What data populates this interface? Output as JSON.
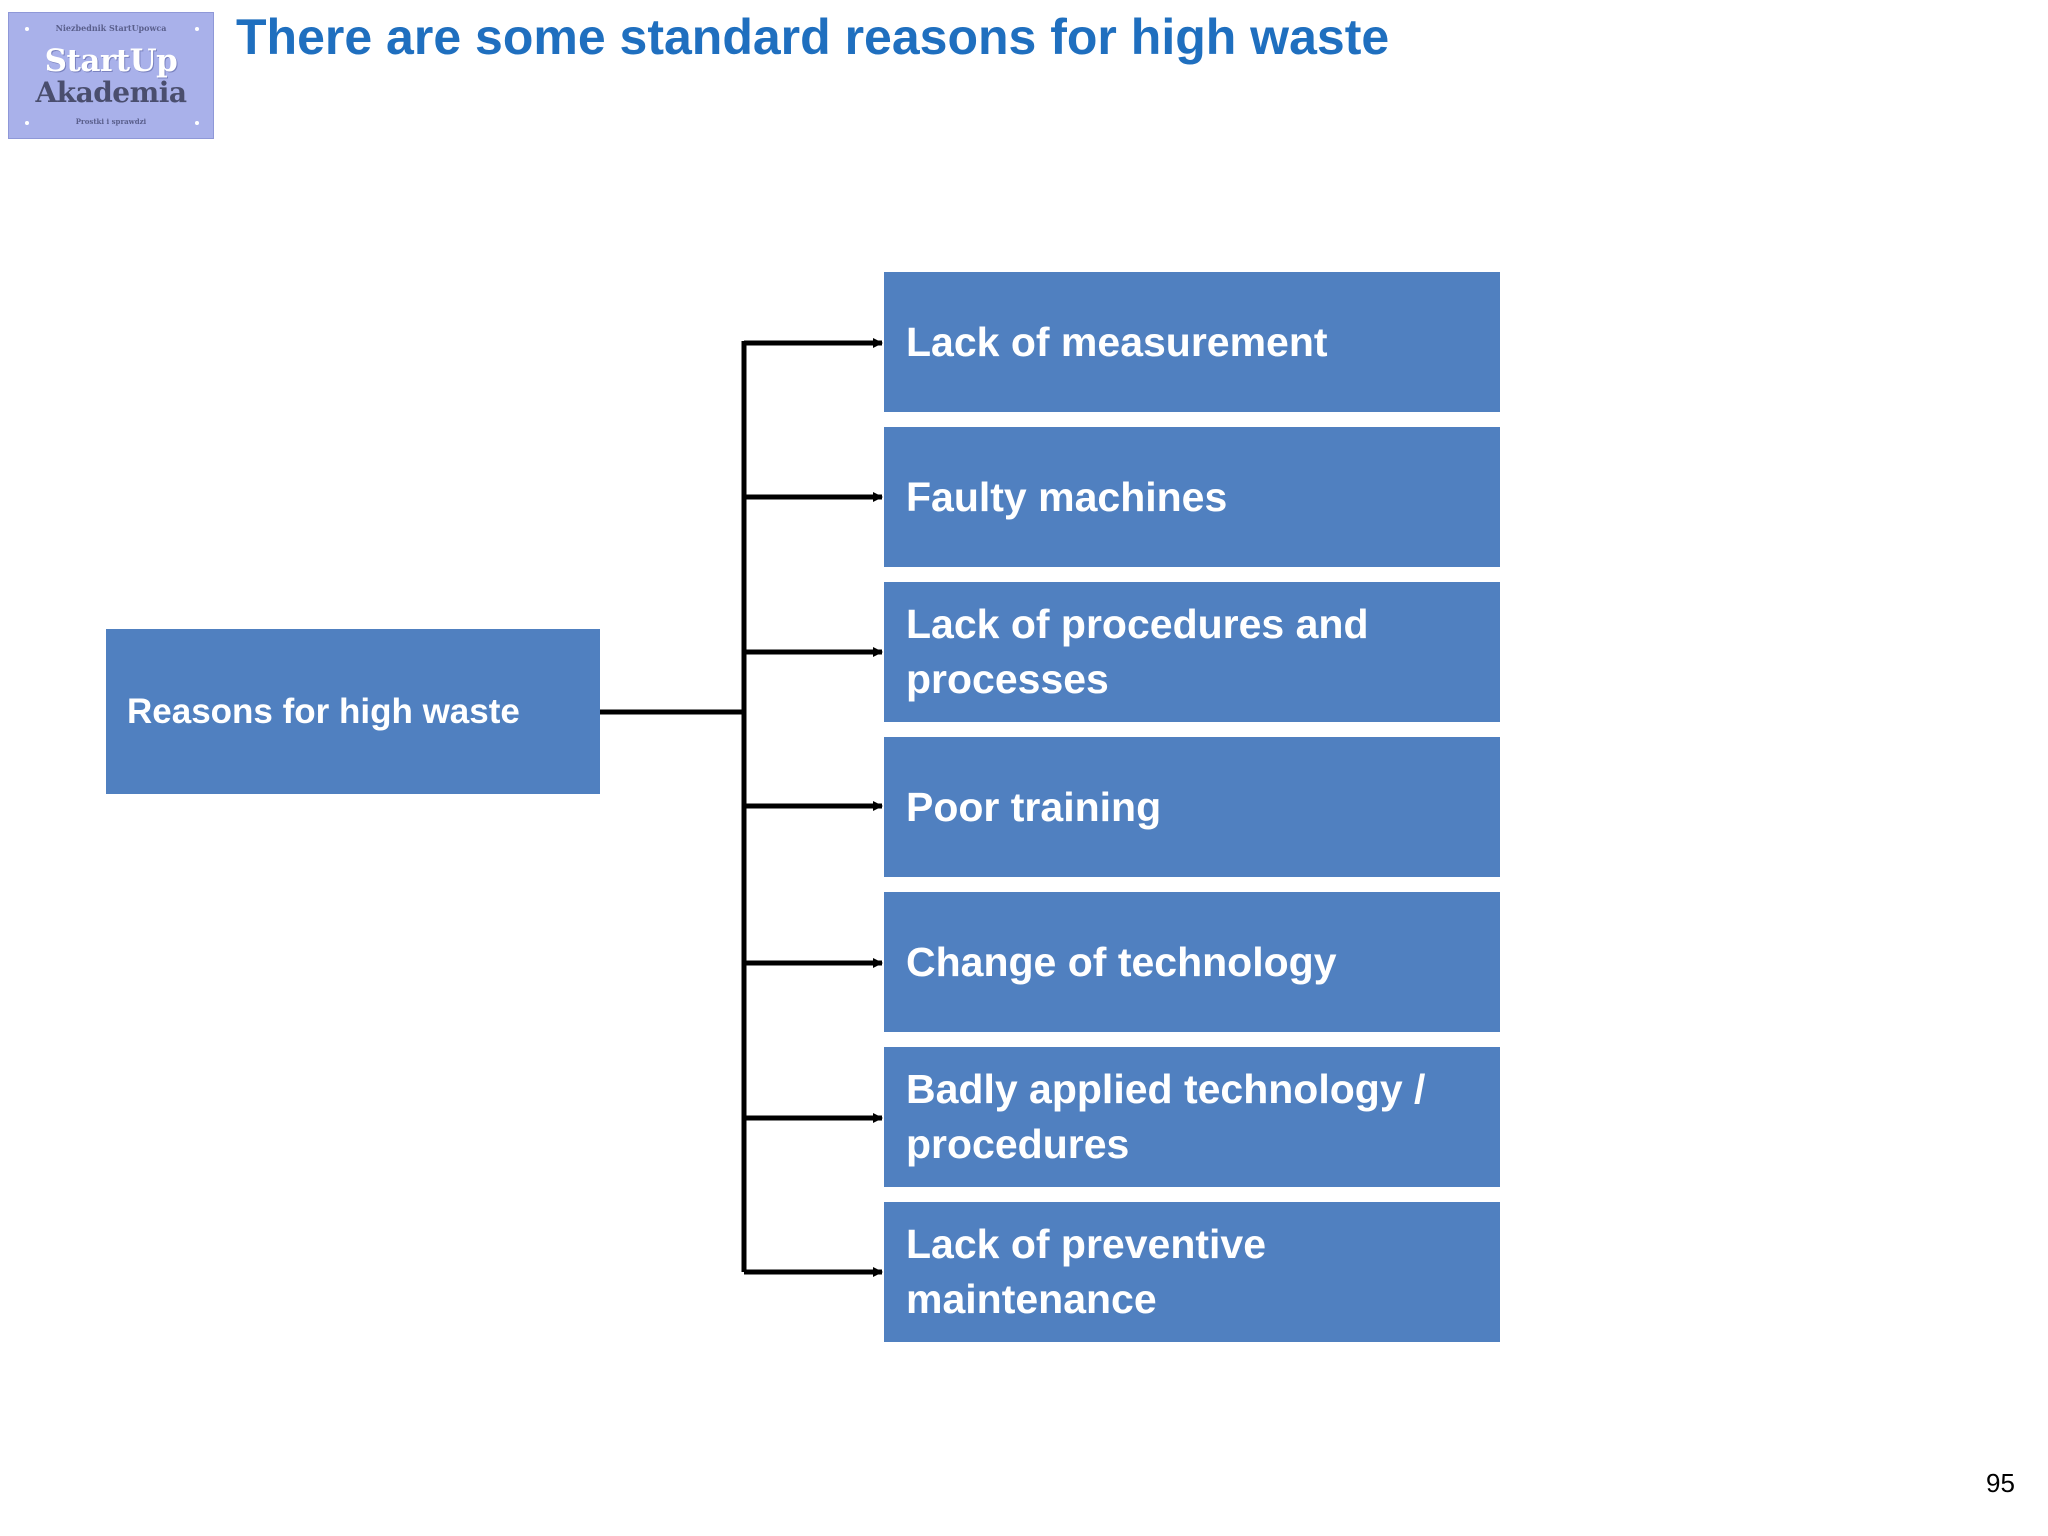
{
  "logo": {
    "top_text": "Niezbednik StartUpowca",
    "line1": "StartUp",
    "line2": "Akademia",
    "bottom_text": "Prostki i sprawdzi"
  },
  "title": "There are some standard reasons for high waste",
  "diagram": {
    "root": "Reasons for  high waste",
    "reasons": [
      "Lack of measurement",
      "Faulty machines",
      "Lack of procedures and processes",
      "Poor training",
      "Change of  technology",
      "Badly applied technology / procedures",
      "Lack of preventive maintenance"
    ]
  },
  "colors": {
    "box_fill": "#5080c0",
    "title_color": "#1f6fbf",
    "logo_bg": "#a9b1ea"
  },
  "page_number": "95"
}
